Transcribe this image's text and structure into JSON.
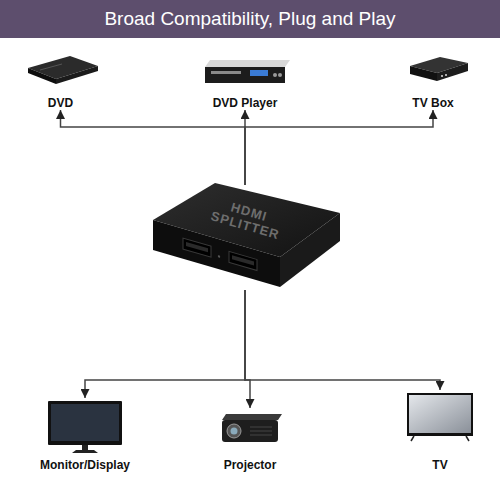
{
  "diagram": {
    "title": "Broad Compatibility, Plug and Play",
    "nodes": [
      {
        "text": [
          "DVD"
        ]
      },
      {
        "text": [
          "DVD Player"
        ]
      },
      {
        "text": [
          "TV Box"
        ]
      },
      {
        "text": [
          "HDMI SPLITTER"
        ]
      },
      {
        "text": [
          "Monitor/Display"
        ]
      },
      {
        "text": [
          "Projector"
        ]
      },
      {
        "text": [
          "TV"
        ]
      }
    ],
    "edges": [
      {
        "from": 3,
        "to": 0,
        "arrow": "to"
      },
      {
        "from": 3,
        "to": 1,
        "arrow": "to"
      },
      {
        "from": 3,
        "to": 2,
        "arrow": "to"
      },
      {
        "from": 3,
        "to": 4,
        "arrow": "to"
      },
      {
        "from": 3,
        "to": 5,
        "arrow": "to"
      },
      {
        "from": 3,
        "to": 6,
        "arrow": "to"
      }
    ]
  }
}
